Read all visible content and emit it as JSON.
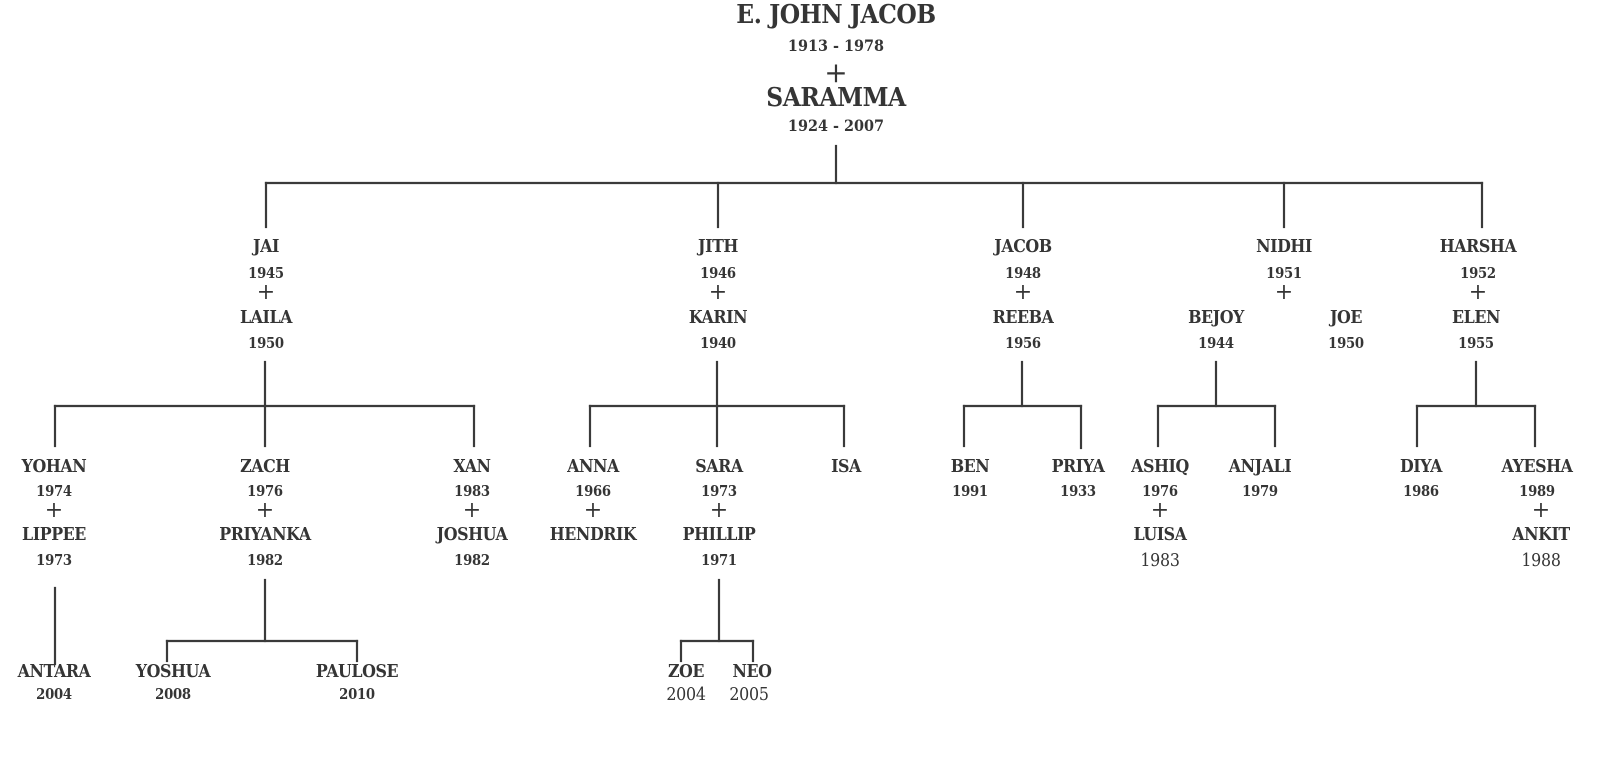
{
  "colors": {
    "line": "#3a3a3a",
    "text": "#353535",
    "background": "#ffffff"
  },
  "root": {
    "name": "E. JOHN JACOB",
    "years": "1913 - 1978",
    "plus": "+",
    "spouse_name": "SARAMMA",
    "spouse_years": "1924 - 2007"
  },
  "gen2": [
    {
      "name": "JAI",
      "year": "1945",
      "plus": "+",
      "spouse": "LAILA",
      "spouse_year": "1950"
    },
    {
      "name": "JITH",
      "year": "1946",
      "plus": "+",
      "spouse": "KARIN",
      "spouse_year": "1940"
    },
    {
      "name": "JACOB",
      "year": "1948",
      "plus": "+",
      "spouse": "REEBA",
      "spouse_year": "1956"
    },
    {
      "name": "NIDHI",
      "year": "1951",
      "plus": "+",
      "spouses": [
        {
          "name": "BEJOY",
          "year": "1944"
        },
        {
          "name": "JOE",
          "year": "1950"
        }
      ]
    },
    {
      "name": "HARSHA",
      "year": "1952",
      "plus": "+",
      "spouse": "ELEN",
      "spouse_year": "1955"
    }
  ],
  "gen3": {
    "jai": [
      {
        "name": "YOHAN",
        "year": "1974",
        "plus": "+",
        "spouse": "LIPPEE",
        "spouse_year": "1973"
      },
      {
        "name": "ZACH",
        "year": "1976",
        "plus": "+",
        "spouse": "PRIYANKA",
        "spouse_year": "1982"
      },
      {
        "name": "XAN",
        "year": "1983",
        "plus": "+",
        "spouse": "JOSHUA",
        "spouse_year": "1982"
      }
    ],
    "jith": [
      {
        "name": "ANNA",
        "year": "1966",
        "plus": "+",
        "spouse": "HENDRIK"
      },
      {
        "name": "SARA",
        "year": "1973",
        "plus": "+",
        "spouse": "PHILLIP",
        "spouse_year": "1971"
      },
      {
        "name": "ISA"
      }
    ],
    "jacob": [
      {
        "name": "BEN",
        "year": "1991"
      },
      {
        "name": "PRIYA",
        "year": "1933"
      }
    ],
    "nidhi": [
      {
        "name": "ASHIQ",
        "year": "1976",
        "plus": "+",
        "spouse": "LUISA",
        "spouse_year": "1983"
      },
      {
        "name": "ANJALI",
        "year": "1979"
      }
    ],
    "harsha": [
      {
        "name": "DIYA",
        "year": "1986"
      },
      {
        "name": "AYESHA",
        "year": "1989",
        "plus": "+",
        "spouse": "ANKIT",
        "spouse_year": "1988"
      }
    ]
  },
  "gen4": {
    "yohan": [
      {
        "name": "ANTARA",
        "year": "2004"
      }
    ],
    "zach": [
      {
        "name": "YOSHUA",
        "year": "2008"
      },
      {
        "name": "PAULOSE",
        "year": "2010"
      }
    ],
    "sara": [
      {
        "name": "ZOE",
        "year": "2004"
      },
      {
        "name": "NEO",
        "year": "2005"
      }
    ]
  }
}
